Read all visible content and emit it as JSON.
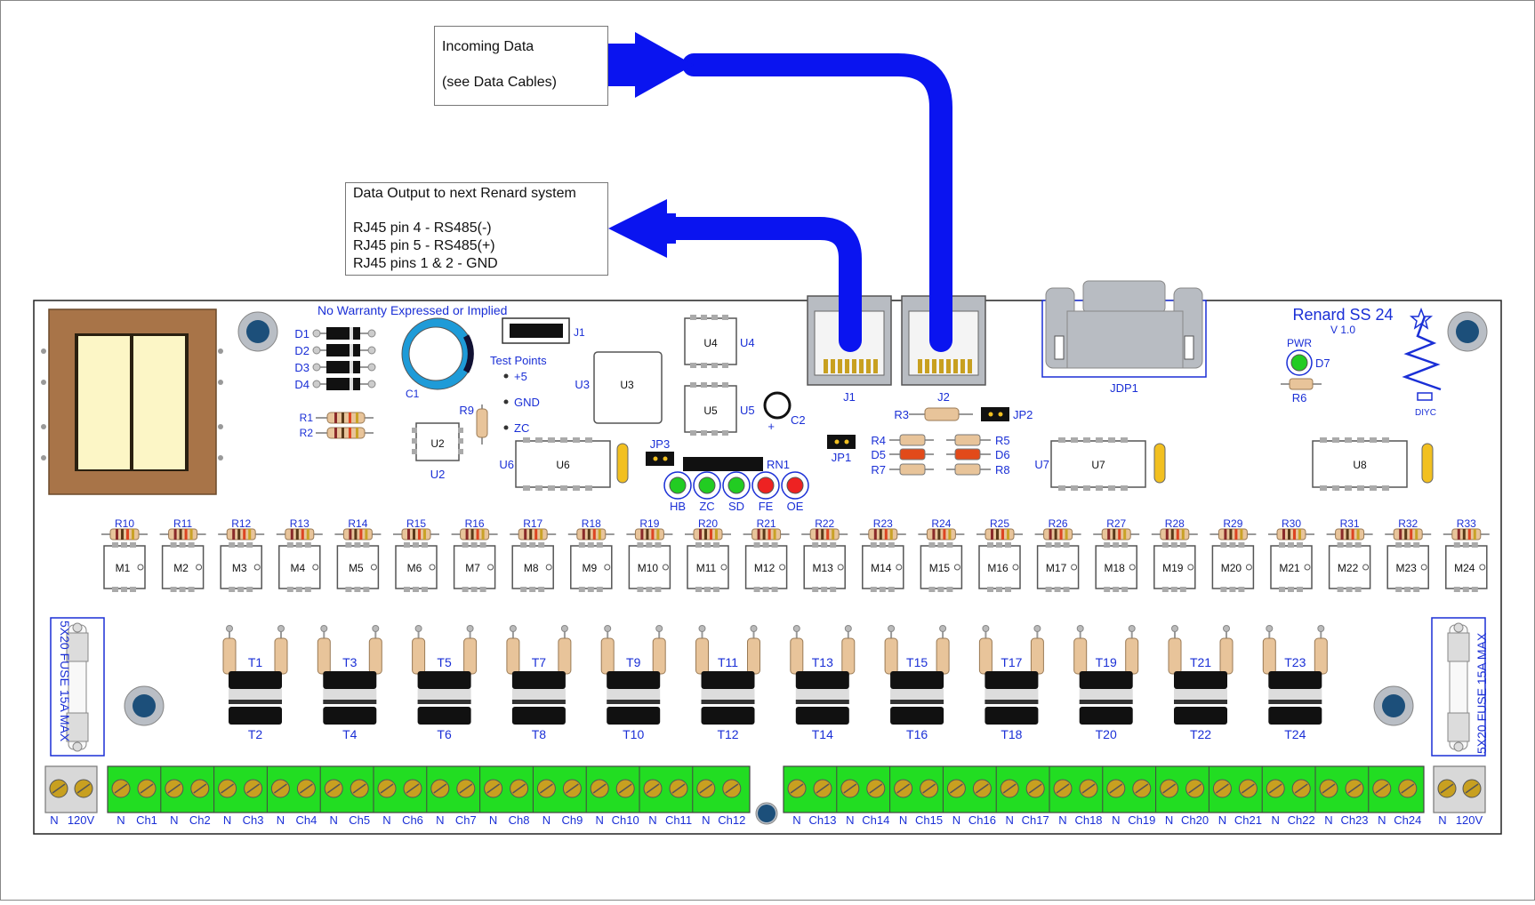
{
  "callouts": {
    "incoming": {
      "line1": "Incoming Data",
      "line2": "(see Data Cables)"
    },
    "output": {
      "title": "Data Output to next Renard system",
      "lines": [
        "RJ45 pin 4 - RS485(-)",
        "RJ45 pin 5 - RS485(+)",
        "RJ45 pins 1 & 2 - GND"
      ]
    }
  },
  "board": {
    "title": "Renard  SS 24",
    "version": "V 1.0",
    "warranty": "No Warranty Expressed or Implied",
    "logo_text": "DIYC",
    "pwr_label": "PWR",
    "test_points": {
      "title": "Test Points",
      "items": [
        "+5",
        "GND",
        "ZC"
      ]
    },
    "diodes_left": [
      "D1",
      "D2",
      "D3",
      "D4"
    ],
    "resistors_left": [
      "R1",
      "R2"
    ],
    "labels": {
      "C1": "C1",
      "J1": "J1",
      "U2": "U2",
      "U3": "U3",
      "U4": "U4",
      "U5": "U5",
      "U6": "U6",
      "U7": "U7",
      "U8": "U8",
      "C2": "C2",
      "R9": "R9",
      "JP1": "JP1",
      "JP2": "JP2",
      "JP3": "JP3",
      "RN1": "RN1",
      "J1c": "J1",
      "J2c": "J2",
      "JDP1": "JDP1",
      "R3": "R3",
      "R4": "R4",
      "R5": "R5",
      "R6": "R6",
      "R7": "R7",
      "R8": "R8",
      "D5": "D5",
      "D6": "D6",
      "D7": "D7",
      "plus": "+"
    },
    "leds": [
      {
        "label": "HB",
        "color": "#22cc22"
      },
      {
        "label": "ZC",
        "color": "#22cc22"
      },
      {
        "label": "SD",
        "color": "#22cc22"
      },
      {
        "label": "FE",
        "color": "#ee2222"
      },
      {
        "label": "OE",
        "color": "#ee2222"
      }
    ],
    "resistors_top": [
      "R10",
      "R11",
      "R12",
      "R13",
      "R14",
      "R15",
      "R16",
      "R17",
      "R18",
      "R19",
      "R20",
      "R21",
      "R22",
      "R23",
      "R24",
      "R25",
      "R26",
      "R27",
      "R28",
      "R29",
      "R30",
      "R31",
      "R32",
      "R33"
    ],
    "optos": [
      "M1",
      "M2",
      "M3",
      "M4",
      "M5",
      "M6",
      "M7",
      "M8",
      "M9",
      "M10",
      "M11",
      "M12",
      "M13",
      "M14",
      "M15",
      "M16",
      "M17",
      "M18",
      "M19",
      "M20",
      "M21",
      "M22",
      "M23",
      "M24"
    ],
    "triacs_top": [
      "T1",
      "T3",
      "T5",
      "T7",
      "T9",
      "T11",
      "T13",
      "T15",
      "T17",
      "T19",
      "T21",
      "T23"
    ],
    "triacs_bottom": [
      "T2",
      "T4",
      "T6",
      "T8",
      "T10",
      "T12",
      "T14",
      "T16",
      "T18",
      "T20",
      "T22",
      "T24"
    ],
    "fuse_left": "5X20 FUSE 15A MAX",
    "fuse_right": "5X20 FUSE 15A MAX",
    "power_left": [
      "N",
      "120V"
    ],
    "power_right": [
      "N",
      "120V"
    ],
    "channels": [
      [
        "N",
        "Ch1"
      ],
      [
        "N",
        "Ch2"
      ],
      [
        "N",
        "Ch3"
      ],
      [
        "N",
        "Ch4"
      ],
      [
        "N",
        "Ch5"
      ],
      [
        "N",
        "Ch6"
      ],
      [
        "N",
        "Ch7"
      ],
      [
        "N",
        "Ch8"
      ],
      [
        "N",
        "Ch9"
      ],
      [
        "N",
        "Ch10"
      ],
      [
        "N",
        "Ch11"
      ],
      [
        "N",
        "Ch12"
      ],
      [
        "N",
        "Ch13"
      ],
      [
        "N",
        "Ch14"
      ],
      [
        "N",
        "Ch15"
      ],
      [
        "N",
        "Ch16"
      ],
      [
        "N",
        "Ch17"
      ],
      [
        "N",
        "Ch18"
      ],
      [
        "N",
        "Ch19"
      ],
      [
        "N",
        "Ch20"
      ],
      [
        "N",
        "Ch21"
      ],
      [
        "N",
        "Ch22"
      ],
      [
        "N",
        "Ch23"
      ],
      [
        "N",
        "Ch24"
      ]
    ]
  },
  "colors": {
    "arrow": "#0a14f0",
    "label_blue": "#1a2fd6",
    "terminal_green": "#22dd22",
    "transformer_brown": "#a87448",
    "transformer_core": "#fcf6c6"
  }
}
